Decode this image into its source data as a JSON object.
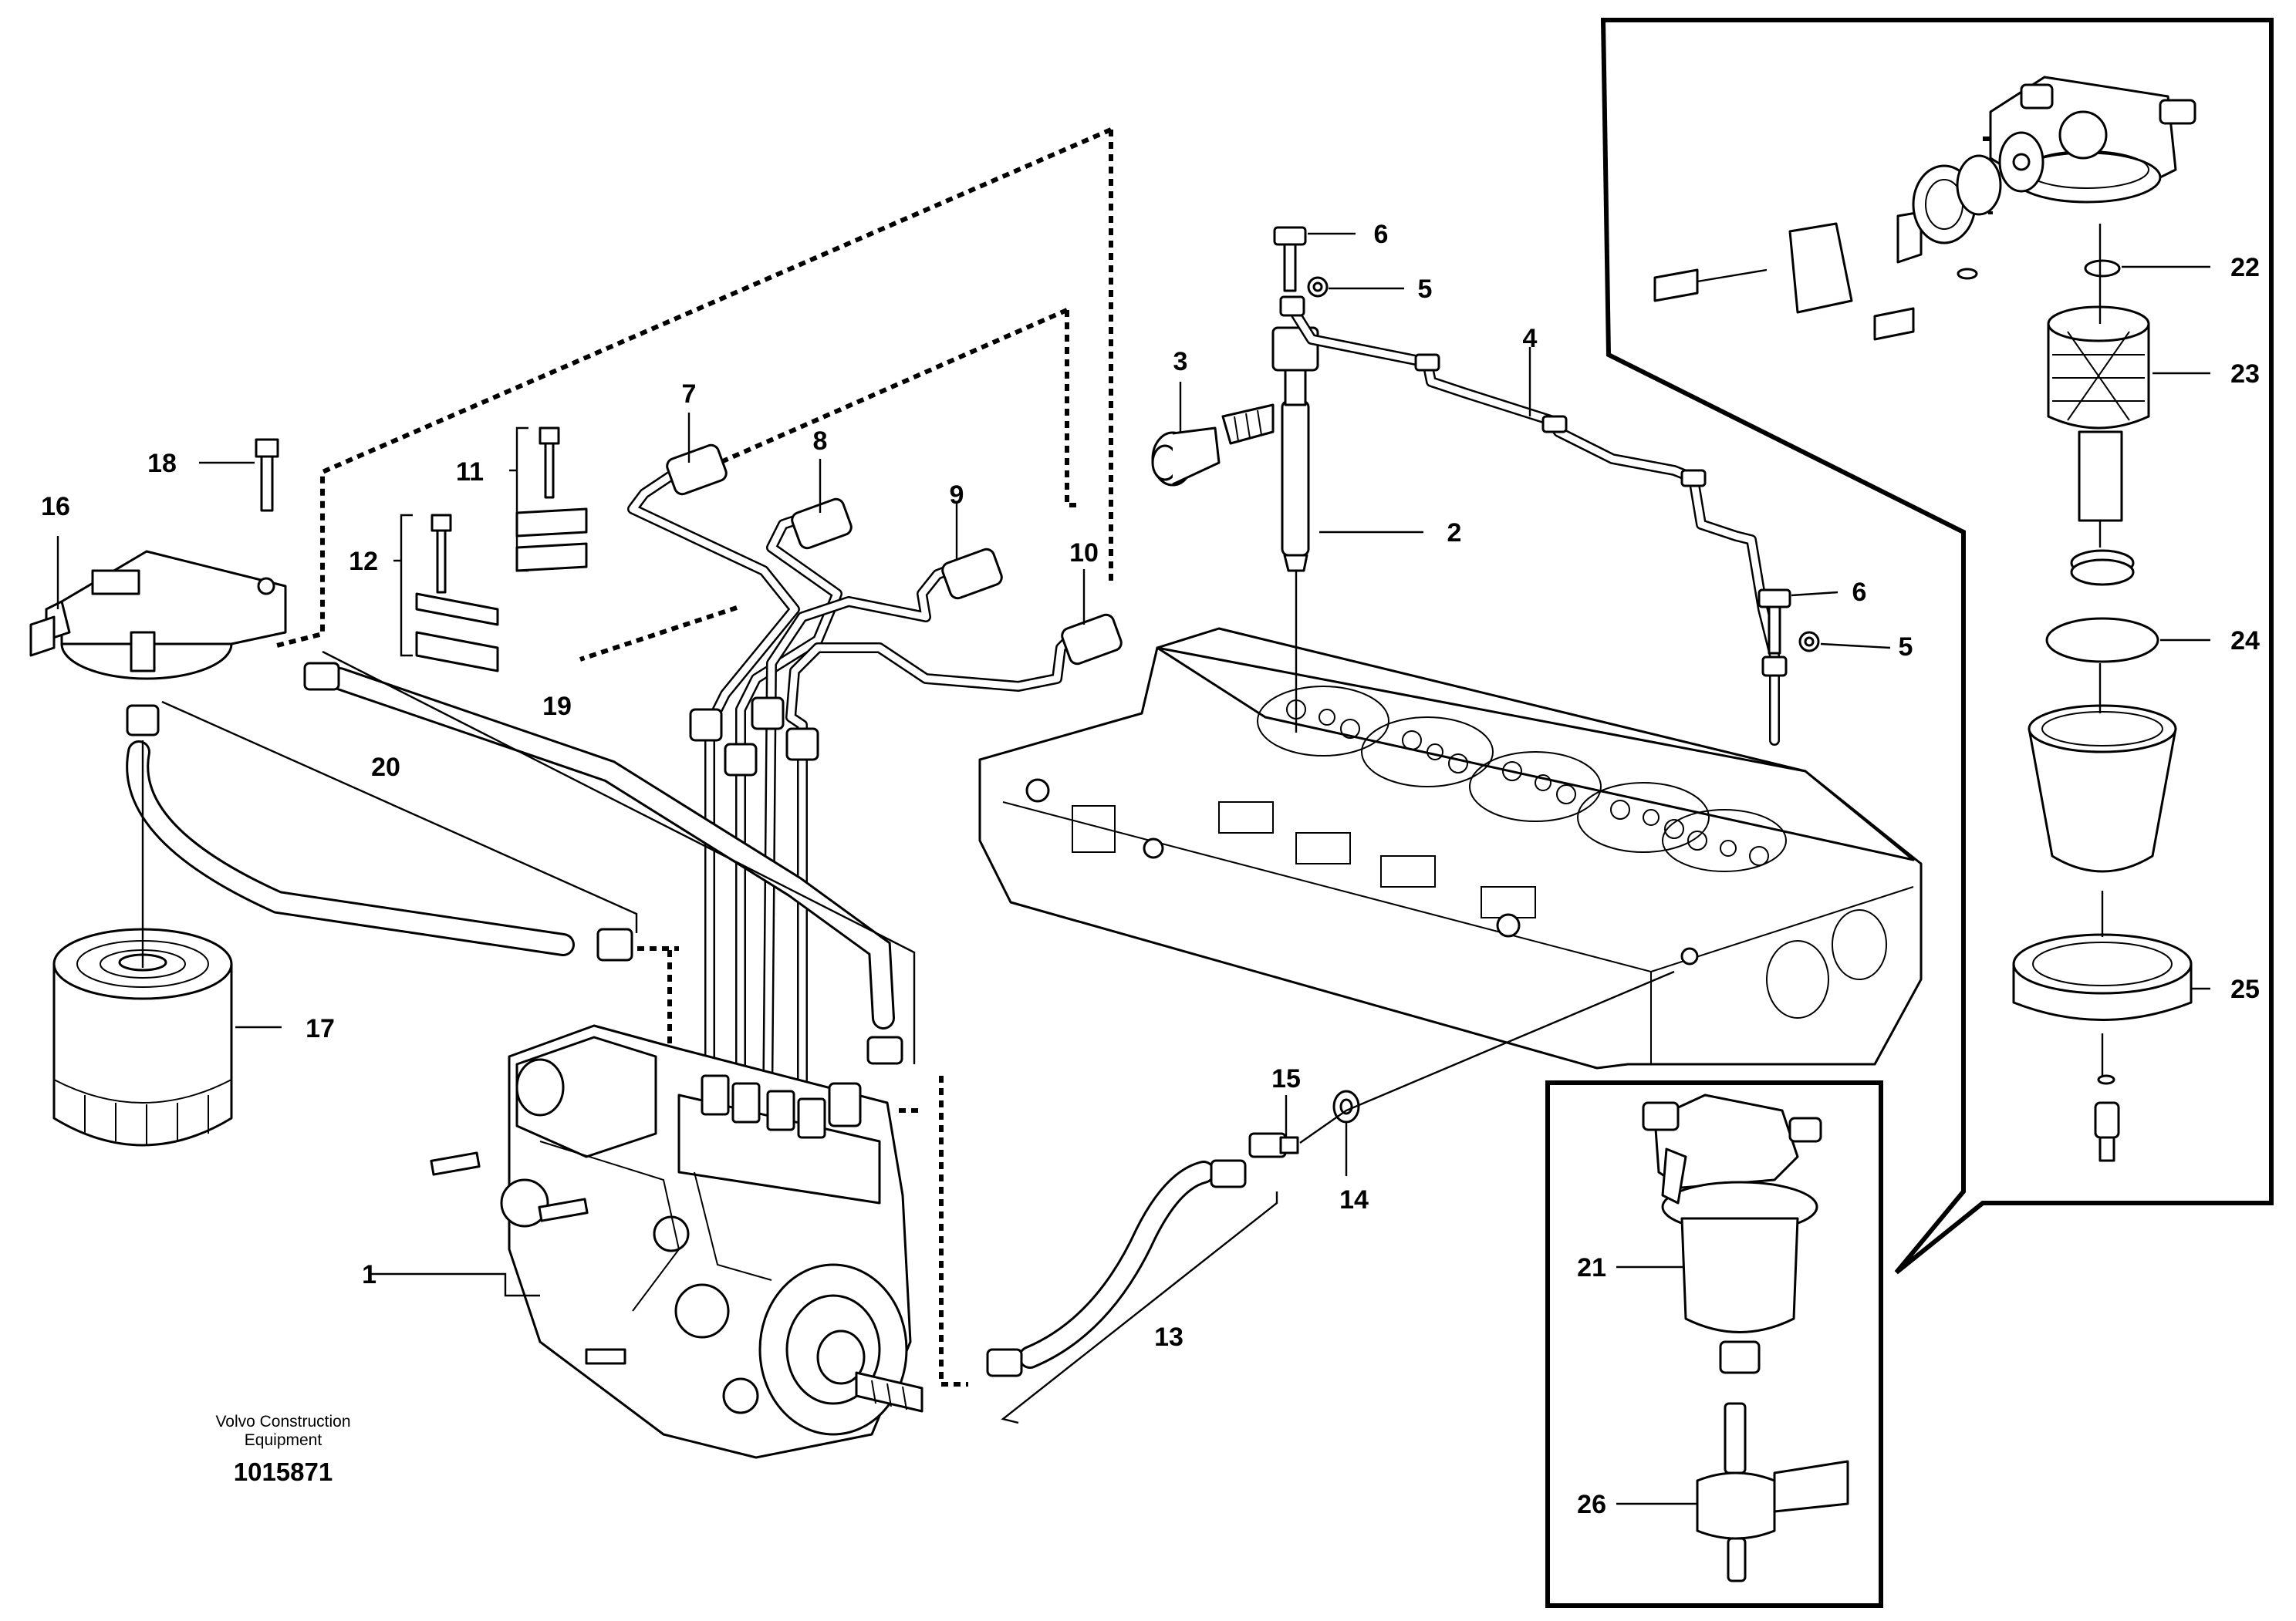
{
  "callouts": [
    {
      "id": "1",
      "label": "1"
    },
    {
      "id": "2",
      "label": "2"
    },
    {
      "id": "3",
      "label": "3"
    },
    {
      "id": "4",
      "label": "4"
    },
    {
      "id": "5a",
      "label": "5"
    },
    {
      "id": "5b",
      "label": "5"
    },
    {
      "id": "6a",
      "label": "6"
    },
    {
      "id": "6b",
      "label": "6"
    },
    {
      "id": "7",
      "label": "7"
    },
    {
      "id": "8",
      "label": "8"
    },
    {
      "id": "9",
      "label": "9"
    },
    {
      "id": "10",
      "label": "10"
    },
    {
      "id": "11",
      "label": "11"
    },
    {
      "id": "12",
      "label": "12"
    },
    {
      "id": "13",
      "label": "13"
    },
    {
      "id": "14",
      "label": "14"
    },
    {
      "id": "15",
      "label": "15"
    },
    {
      "id": "16",
      "label": "16"
    },
    {
      "id": "17",
      "label": "17"
    },
    {
      "id": "18",
      "label": "18"
    },
    {
      "id": "19",
      "label": "19"
    },
    {
      "id": "20",
      "label": "20"
    },
    {
      "id": "21",
      "label": "21"
    },
    {
      "id": "22",
      "label": "22"
    },
    {
      "id": "23",
      "label": "23"
    },
    {
      "id": "24",
      "label": "24"
    },
    {
      "id": "25",
      "label": "25"
    },
    {
      "id": "26",
      "label": "26"
    }
  ],
  "footer": {
    "publisher_line1": "Volvo Construction",
    "publisher_line2": "Equipment",
    "document_number": "1015871"
  }
}
